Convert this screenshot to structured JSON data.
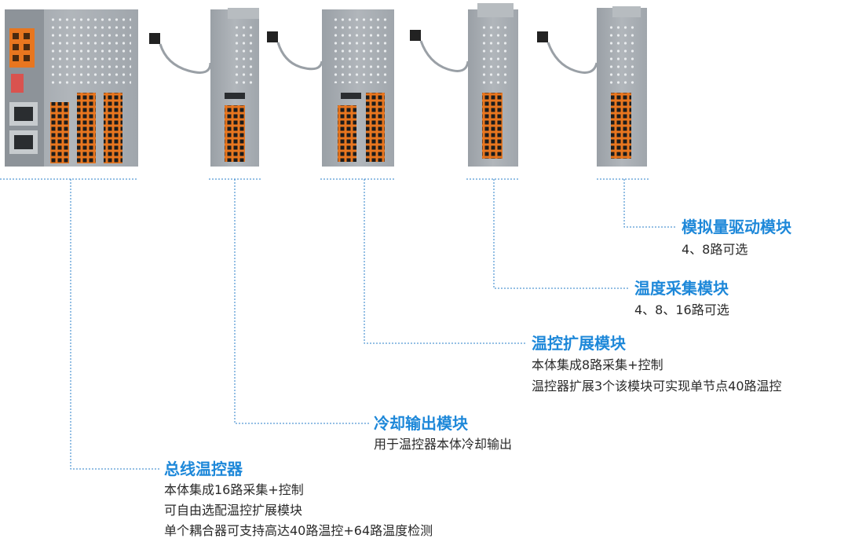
{
  "colors": {
    "module_body": "#a7adb3",
    "module_dark": "#7c838a",
    "connector_orange": "#e8761f",
    "terminal_black": "#1c1c1c",
    "title_blue": "#1e88d9",
    "leader_line": "#2a7fc9",
    "text": "#2a2a2a"
  },
  "modules": [
    {
      "key": "bus_controller",
      "title": "总线温控器",
      "lines": [
        "本体集成16路采集+控制",
        "可自由选配温控扩展模块",
        "单个耦合器可支持高达40路温控+64路温度检测"
      ]
    },
    {
      "key": "cooling_output",
      "title": "冷却输出模块",
      "lines": [
        "用于温控器本体冷却输出"
      ]
    },
    {
      "key": "temp_control_ext",
      "title": "温控扩展模块",
      "lines": [
        "本体集成8路采集+控制",
        "温控器扩展3个该模块可实现单节点40路温控"
      ]
    },
    {
      "key": "temp_acquisition",
      "title": "温度采集模块",
      "lines": [
        "4、8、16路可选"
      ]
    },
    {
      "key": "analog_drive",
      "title": "模拟量驱动模块",
      "lines": [
        "4、8路可选"
      ]
    }
  ]
}
